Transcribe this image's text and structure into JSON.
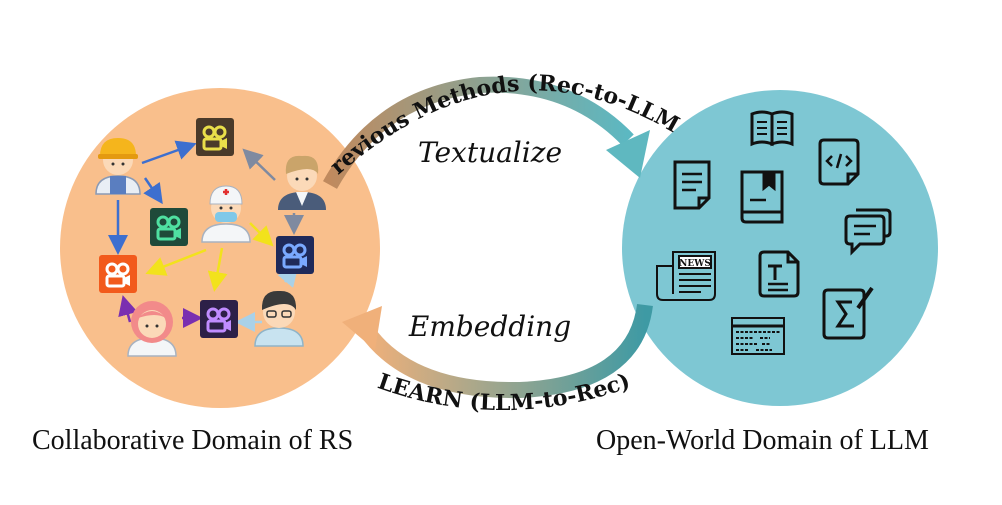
{
  "left_domain": {
    "label": "Collaborative Domain of  RS",
    "fill": "#f9bf8c"
  },
  "right_domain": {
    "label": "Open-World Domain of LLM",
    "fill": "#7ec7d3"
  },
  "top_arrow": {
    "label": "Previous Methods (Rec-to-LLM)",
    "action": "Textualize"
  },
  "bottom_arrow": {
    "label": "LEARN (LLM-to-Rec)",
    "action": "Embedding"
  },
  "news_badge": "NEWS",
  "colors": {
    "arrow_start": "#c49068",
    "arrow_end": "#5fb8c0",
    "video_icon_yellow": "#e9df4a",
    "video_icon_green": "#4fe0a1",
    "video_icon_blue": "#7aa9ff",
    "video_icon_purple": "#c08cff",
    "edge_blue": "#3d6fcf",
    "edge_yellow": "#f2e21c",
    "edge_purple": "#7a2fb0",
    "edge_grey": "#7f8aa0",
    "edge_lightblue": "#a9d1e8"
  }
}
